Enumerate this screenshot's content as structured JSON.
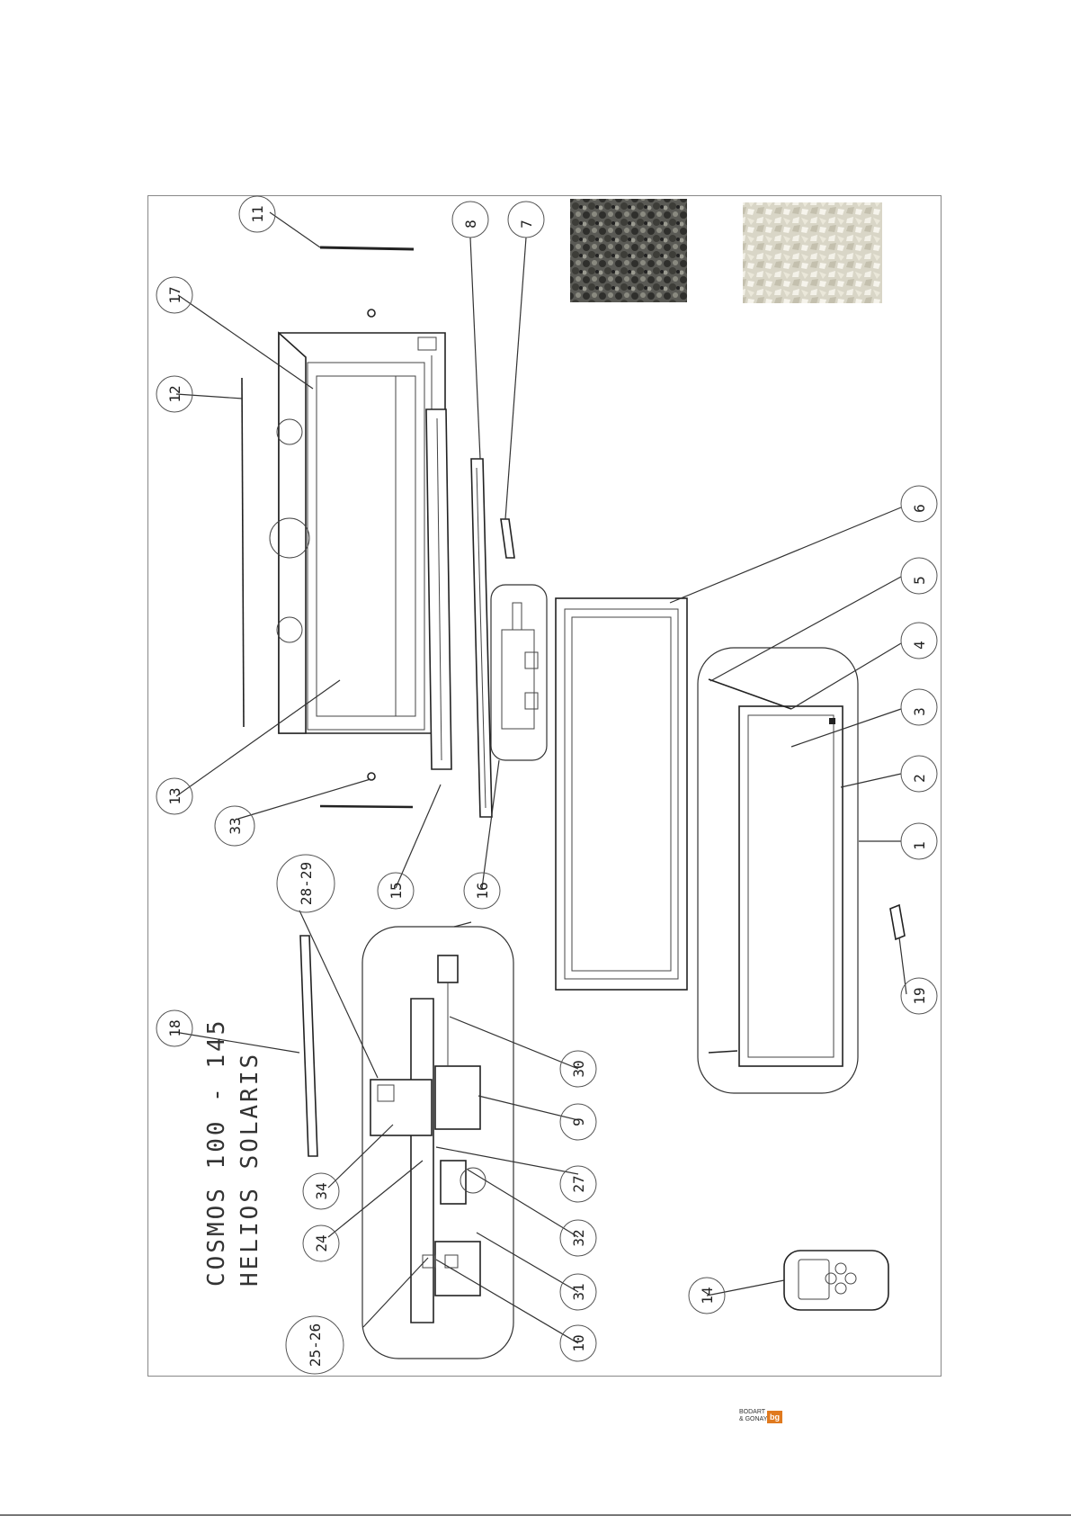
{
  "title_line1": "COSMOS 100 - 145",
  "title_line2": "HELIOS SOLARIS",
  "logo": {
    "line1": "BODART",
    "line2": "& GONAY",
    "badge": "bg",
    "brand_color": "#e07a1f"
  },
  "callouts": {
    "c1": "1",
    "c2": "2",
    "c3": "3",
    "c4": "4",
    "c5": "5",
    "c6": "6",
    "c7": "7",
    "c8": "8",
    "c9": "9",
    "c10": "10",
    "c11": "11",
    "c12": "12",
    "c13": "13",
    "c14": "14",
    "c15": "15",
    "c16a": "16",
    "c17": "17",
    "c18": "18",
    "c19": "19",
    "c24": "24",
    "c25_26": "25-26",
    "c27": "27",
    "c28_29": "28-29",
    "c30": "30",
    "c31": "31",
    "c32": "32",
    "c33": "33",
    "c34": "34"
  },
  "materials": {
    "dark_stones": "dark-stones",
    "white_stones": "white-stones"
  }
}
